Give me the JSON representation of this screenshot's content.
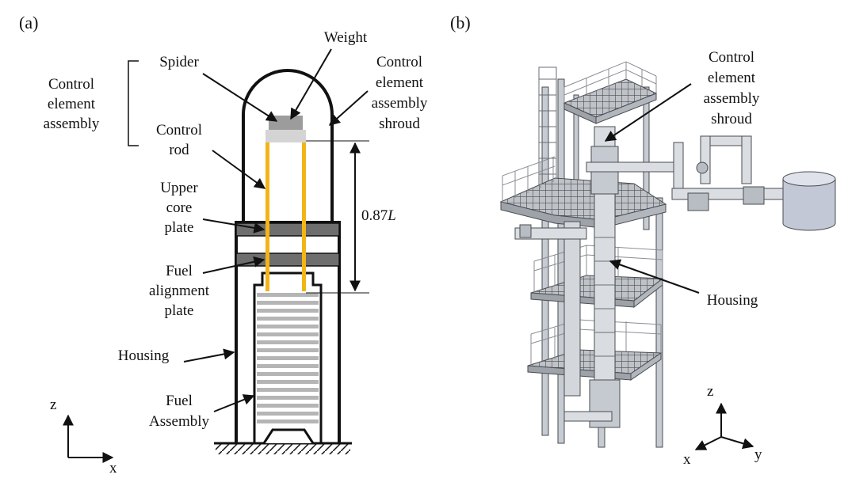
{
  "panel_a": {
    "label": "(a)",
    "labels": {
      "control_element_assembly": [
        "Control",
        "element",
        "assembly"
      ],
      "spider": "Spider",
      "weight": "Weight",
      "cea_shroud": [
        "Control",
        "element",
        "assembly",
        "shroud"
      ],
      "control_rod": [
        "Control",
        "rod"
      ],
      "upper_core_plate": [
        "Upper",
        "core",
        "plate"
      ],
      "fuel_alignment_plate": [
        "Fuel",
        "alignment",
        "plate"
      ],
      "housing": "Housing",
      "fuel_assembly": [
        "Fuel",
        "Assembly"
      ],
      "dimension_value": "0.87",
      "dimension_unit": "L"
    },
    "axes": {
      "z": "z",
      "x": "x"
    },
    "colors": {
      "rod": "#f2b418",
      "plate": "#6e6e6e",
      "weight": "#9c9c9c",
      "spider": "#cfcfcf",
      "fuel_stripe": "#b5b5b5"
    }
  },
  "panel_b": {
    "label": "(b)",
    "labels": {
      "cea_shroud": [
        "Control",
        "element",
        "assembly",
        "shroud"
      ],
      "housing": "Housing"
    },
    "axes": {
      "z": "z",
      "x": "x",
      "y": "y"
    }
  }
}
